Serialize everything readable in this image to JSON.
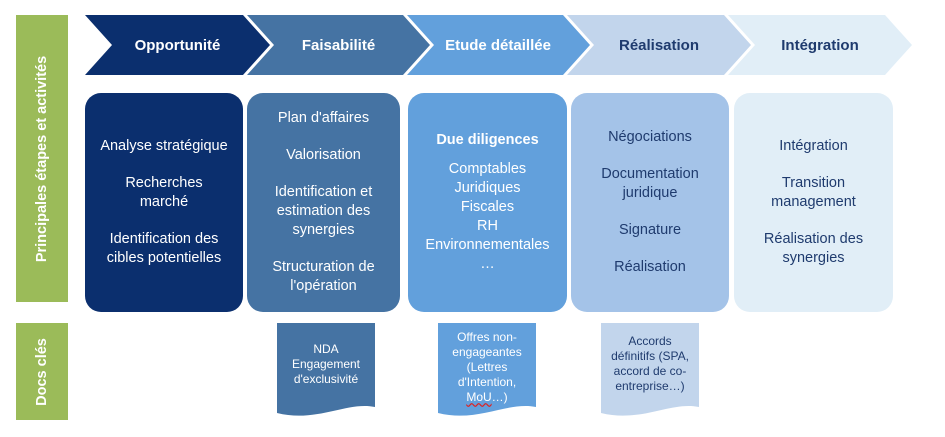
{
  "side_labels": {
    "top": "Principales étapes et activités",
    "bottom": "Docs clés"
  },
  "colors": {
    "sidebar": "#9bbb59",
    "stage1": "#0b2f6e",
    "stage2": "#4573a3",
    "stage3": "#62a0dc",
    "stage4": "#a4c3e8",
    "stage5": "#e1eef7",
    "dark_text": "#1f3b6e",
    "light_text": "#ffffff"
  },
  "stages": [
    {
      "label": "Opportunité"
    },
    {
      "label": "Faisabilité"
    },
    {
      "label": "Etude détaillée"
    },
    {
      "label": "Réalisation"
    },
    {
      "label": "Intégration"
    }
  ],
  "activities": {
    "opportunite": [
      "Analyse stratégique",
      "Recherches\nmarché",
      "Identification des\ncibles potentielles"
    ],
    "faisabilite": [
      "Plan d'affaires",
      "Valorisation",
      "Identification et\nestimation des\nsynergies",
      "Structuration de\nl'opération"
    ],
    "etude": {
      "heading": "Due diligences",
      "items": "Comptables\nJuridiques\nFiscales\nRH\nEnvironnementales\n…"
    },
    "realisation": [
      "Négociations",
      "Documentation\njuridique",
      "Signature",
      "Réalisation"
    ],
    "integration": [
      "Intégration",
      "Transition\nmanagement",
      "Réalisation des\nsynergies"
    ]
  },
  "docs": {
    "faisabilite": "NDA\nEngagement\nd'exclusivité",
    "etude_lines": [
      "Offres non-",
      "engageantes",
      "(Lettres",
      "d'Intention,"
    ],
    "etude_last_a": "MoU",
    "etude_last_b": "…)",
    "realisation": "Accords\ndéfinitifs (SPA,\naccord de co-\nentreprise…)"
  }
}
